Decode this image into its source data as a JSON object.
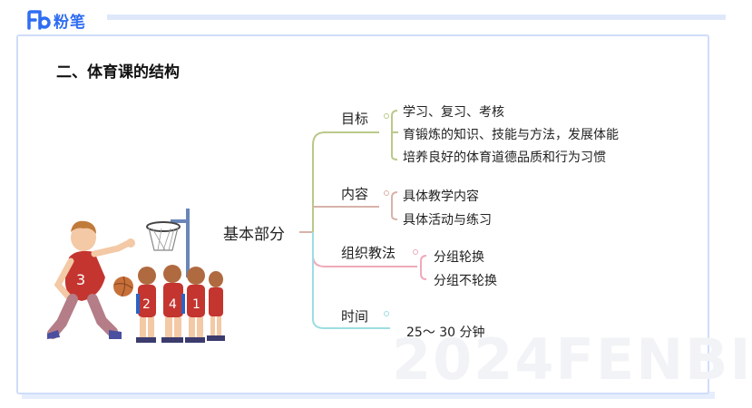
{
  "logo": {
    "text": "粉笔",
    "mark_icon": "fb-logo-icon",
    "color": "#2f6df2"
  },
  "slide": {
    "title": "二、体育课的结构",
    "watermark": "2024FENBI",
    "mindmap": {
      "root": "基本部分",
      "branches": [
        {
          "label": "目标",
          "color": "#b9c98a",
          "items": [
            "学习、复习、考核",
            "育锻炼的知识、技能与方法，发展体能",
            "培养良好的体育道德品质和行为习惯"
          ]
        },
        {
          "label": "内容",
          "color": "#d8b2a8",
          "items": [
            "具体教学内容",
            "具体活动与练习"
          ]
        },
        {
          "label": "组织教法",
          "color": "#f0a9ba",
          "items": [
            "分组轮换",
            "分组不轮换"
          ]
        },
        {
          "label": "时间",
          "color": "#9ddde3",
          "items": [
            "25～ 30 分钟"
          ]
        }
      ]
    }
  },
  "illustration": {
    "name": "pe-teacher-with-students-illustration",
    "jersey_numbers": [
      "3",
      "2",
      "4",
      "1"
    ]
  }
}
